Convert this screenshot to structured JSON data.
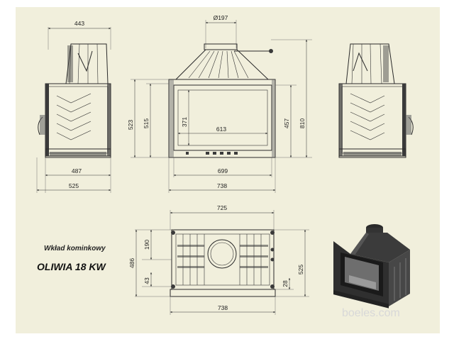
{
  "labels": {
    "subtitle": "Wkład kominkowy",
    "model": "OLIWIA 18 KW",
    "watermark": "boeles.com"
  },
  "dimensions": {
    "left_top_width": "443",
    "left_mid_width": "487",
    "left_bottom_width": "525",
    "flue_diameter": "Ø197",
    "front_height_outer": "523",
    "front_height_inner": "515",
    "front_glass_height": "371",
    "front_glass_width": "613",
    "front_right_height_inner": "457",
    "front_right_height_outer": "810",
    "front_door_width": "699",
    "front_total_width": "738",
    "top_width": "725",
    "top_left_190": "190",
    "top_left_486": "486",
    "top_left_43": "43",
    "top_right_28": "28",
    "top_right_525": "525",
    "top_bottom_width": "738"
  }
}
